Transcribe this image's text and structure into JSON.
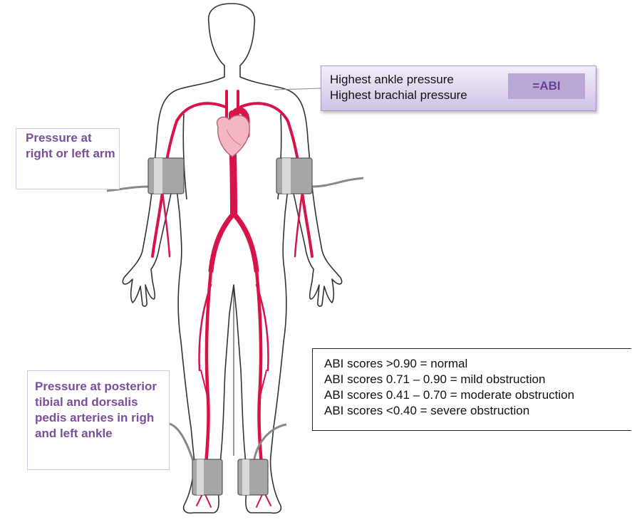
{
  "labels": {
    "arm": "Pressure at right or left arm",
    "ankle": "Pressure  at posterior tibial and dorsalis pedis arteries in righ and left ankle"
  },
  "formula": {
    "numerator": "Highest ankle pressure",
    "denominator": "Highest brachial pressure",
    "result": "=ABI"
  },
  "scores": [
    "ABI scores >0.90 = normal",
    "ABI scores 0.71 – 0.90 = mild obstruction",
    "ABI scores 0.41 – 0.70 = moderate obstruction",
    "ABI scores <0.40 = severe obstruction"
  ],
  "colors": {
    "artery": "#d6134a",
    "heart": "#f4b6c0",
    "label_purple": "#7b4e9c",
    "cuff": "#9c9c9c",
    "formula_bg": "#d9cdee"
  },
  "icons": [
    "human-body-outline",
    "arterial-tree",
    "heart-icon",
    "blood-pressure-cuff-icon"
  ]
}
